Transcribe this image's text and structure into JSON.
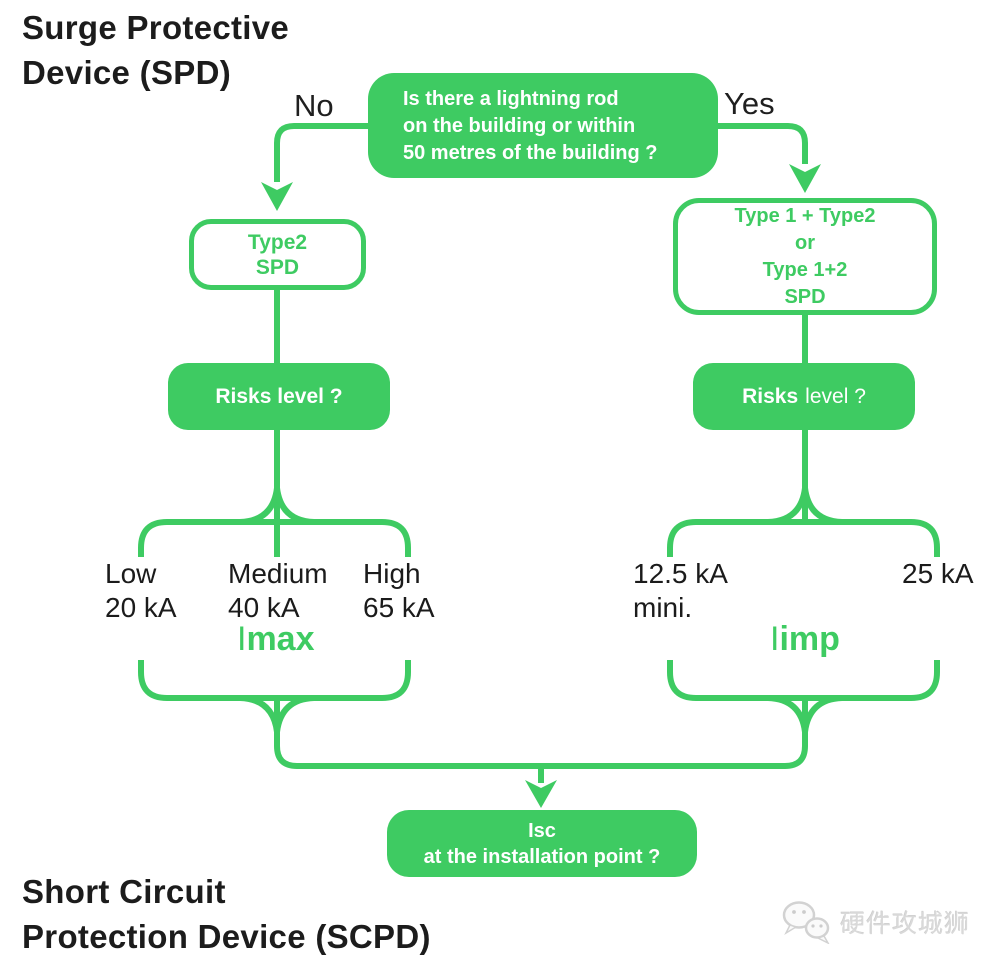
{
  "colors": {
    "green": "#3ecb62",
    "text_black": "#1c1c1c",
    "box_text_white": "#ffffff",
    "watermark_gray": "#d9d9d9"
  },
  "header": {
    "title_line1": "Surge Protective",
    "title_line2": "Device (SPD)"
  },
  "footer": {
    "title_line1": "Short Circuit",
    "title_line2": "Protection Device (SCPD)"
  },
  "flow": {
    "question": {
      "line1": "Is there a lightning rod",
      "line2": "on the building or within",
      "line3": "50 metres of the building ?"
    },
    "branch_no": "No",
    "branch_yes": "Yes",
    "left": {
      "type_box": {
        "line1": "Type2",
        "line2": "SPD"
      },
      "risk_box": "Risks level ?",
      "options": [
        {
          "level": "Low",
          "value": "20 kA"
        },
        {
          "level": "Medium",
          "value": "40 kA"
        },
        {
          "level": "High",
          "value": "65 kA"
        }
      ],
      "param": {
        "prefix": "I",
        "sub": "max"
      }
    },
    "right": {
      "type_box": {
        "line1": "Type 1 + Type2",
        "line2": "or",
        "line3": "Type 1+2",
        "line4": "SPD"
      },
      "risk_box": {
        "bold": "Risks",
        "rest": "level ?"
      },
      "options": [
        {
          "value": "12.5 kA",
          "note": "mini."
        },
        {
          "value": "25 kA",
          "note": ""
        }
      ],
      "param": {
        "prefix": "I",
        "sub": "imp"
      }
    },
    "final_box": {
      "line1": "Isc",
      "line2": "at the installation point ?"
    }
  },
  "watermark": {
    "text": "硬件攻城狮",
    "icon": "wechat-icon"
  }
}
